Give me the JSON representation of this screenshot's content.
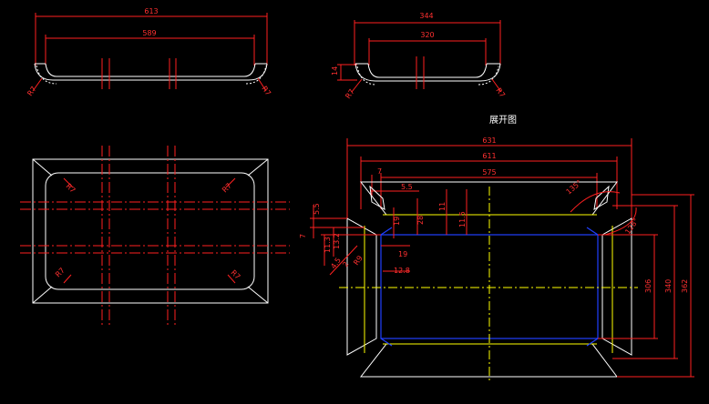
{
  "view_front": {
    "dim_outer": "613",
    "dim_inner": "589",
    "radius_left": "R7",
    "radius_right": "R7"
  },
  "view_side": {
    "dim_outer": "344",
    "dim_inner": "320",
    "dim_height": "14",
    "radius_left": "R7",
    "radius_right": "R7"
  },
  "view_top": {
    "radius_tl": "R7",
    "radius_tr": "R7",
    "radius_bl": "R7",
    "radius_br": "R7"
  },
  "view_unfold": {
    "title": "展开图",
    "dim_631": "631",
    "dim_611": "611",
    "dim_575": "575",
    "dim_7_top": "7",
    "dim_5_5_top": "5.5",
    "dim_11": "11",
    "dim_115": "11.5",
    "dim_28": "28",
    "dim_19a": "19",
    "dim_19b": "19",
    "dim_12_8": "12.8",
    "dim_5_5_left": "5.5",
    "dim_7_left": "7",
    "dim_11_3": "11.3",
    "dim_13_2": "13.2",
    "dim_4_5": "4.5",
    "dim_2": "2",
    "dim_r9": "R9",
    "angle_135": "135°",
    "angle_128": "128°",
    "dim_306": "306",
    "dim_340": "340",
    "dim_362": "362"
  }
}
